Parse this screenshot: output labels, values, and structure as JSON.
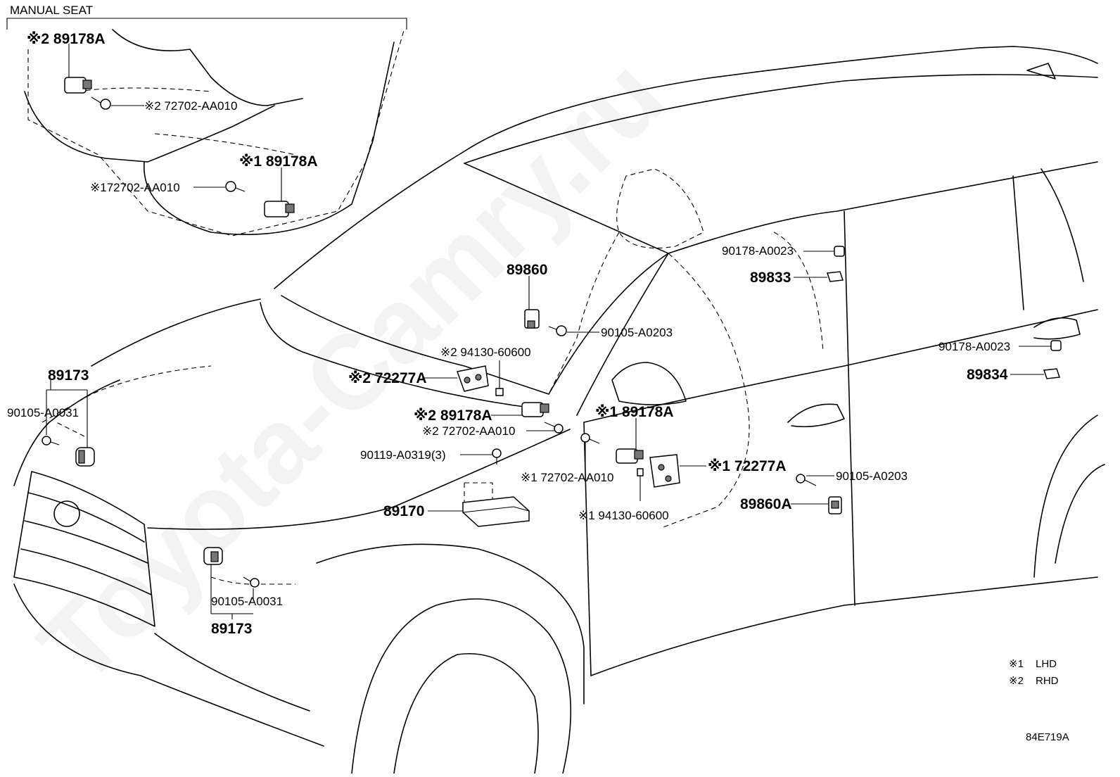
{
  "inset": {
    "title": "MANUAL SEAT"
  },
  "legend": [
    {
      "mark": "※1",
      "text": "LHD"
    },
    {
      "mark": "※2",
      "text": "RHD"
    }
  ],
  "diagram_code": "84E719A",
  "watermark": "Toyota-Camry.ru",
  "labels": {
    "inset_89178A_top": "※2 89178A",
    "inset_72702_top": "※2 72702-AA010",
    "inset_89178A_mid": "※1 89178A",
    "inset_72702_mid": "※172702-AA010",
    "p89173_left": "89173",
    "p90105_A0031_left": "90105-A0031",
    "p89860": "89860",
    "p90105_A0203_top": "90105-A0203",
    "p94130_rhd": "※2 94130-60600",
    "p72277A_rhd": "※2 72277A",
    "p89178A_rhd": "※2 89178A",
    "p72702_rhd": "※2 72702-AA010",
    "p90119": "90119-A0319(3)",
    "p89170": "89170",
    "p90105_A0031_bottom": "90105-A0031",
    "p89173_bottom": "89173",
    "p89178A_lhd": "※1 89178A",
    "p72702_lhd": "※1  72702-AA010",
    "p72277A_lhd": "※1 72277A",
    "p94130_lhd": "※1 94130-60600",
    "p90178_top": "90178-A0023",
    "p89833": "89833",
    "p90178_right": "90178-A0023",
    "p89834": "89834",
    "p90105_A0203_right": "90105-A0203",
    "p89860A": "89860A"
  }
}
